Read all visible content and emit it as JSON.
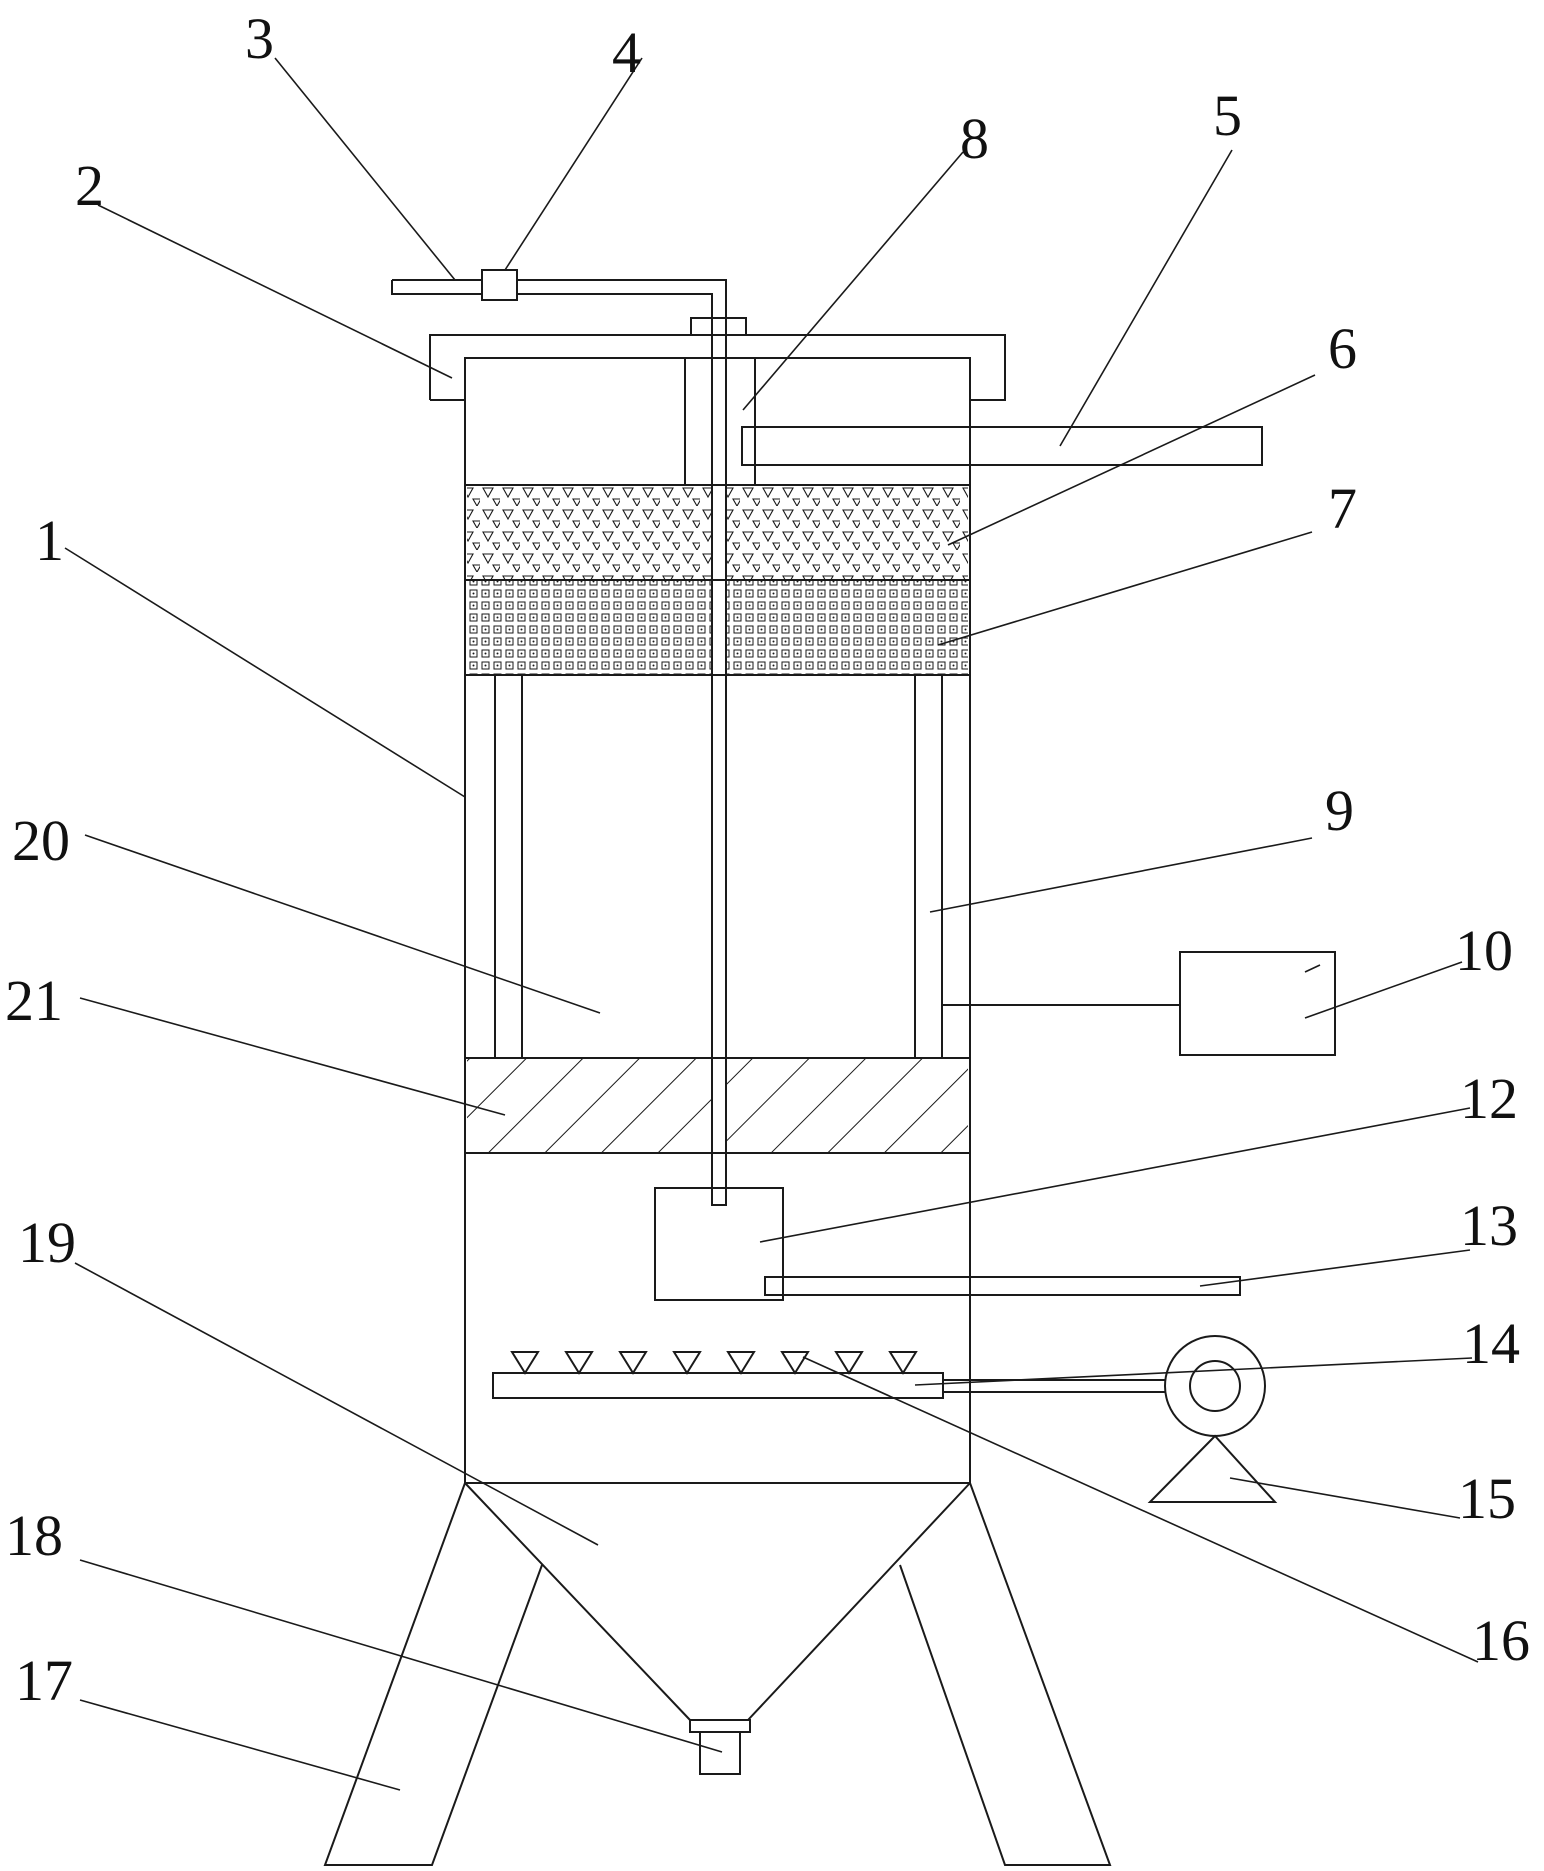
{
  "colors": {
    "stroke": "#1a1a1a",
    "background": "#ffffff"
  },
  "labels": {
    "l1": "1",
    "l2": "2",
    "l3": "3",
    "l4": "4",
    "l5": "5",
    "l6": "6",
    "l7": "7",
    "l8": "8",
    "l9": "9",
    "l10": "10",
    "l12": "12",
    "l13": "13",
    "l14": "14",
    "l15": "15",
    "l16": "16",
    "l17": "17",
    "l18": "18",
    "l19": "19",
    "l20": "20",
    "l21": "21"
  }
}
